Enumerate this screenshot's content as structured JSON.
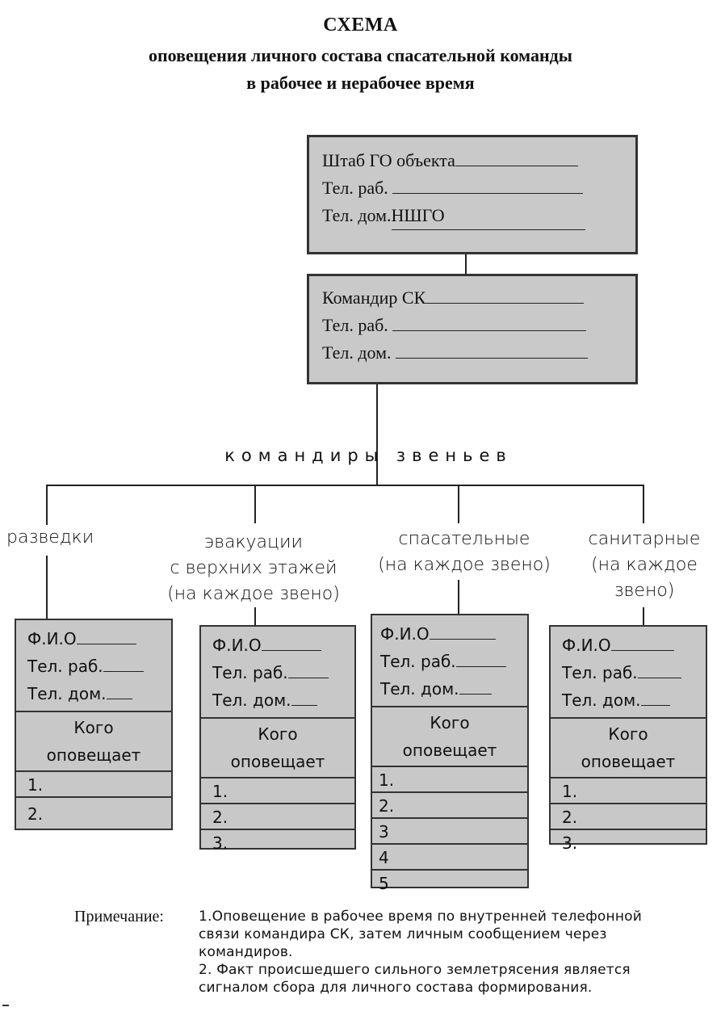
{
  "title": {
    "line1": "СХЕМА",
    "line2": "оповещения личного состава спасательной команды",
    "line3": "в рабочее и нерабочее время"
  },
  "hq_box": {
    "row1": "Штаб ГО объекта",
    "row2": "Тел. раб.",
    "row3": "Тел. дом.",
    "row3_value": "НШГО"
  },
  "commander_box": {
    "row1": "Командир СК",
    "row2": "Тел. раб.",
    "row3": "Тел. дом."
  },
  "links_label": "командиры звеньев",
  "columns": [
    {
      "label_lines": [
        "разведки"
      ],
      "card": {
        "fio": "Ф.И.О",
        "work": "Тел. раб.",
        "home": "Тел. дом.",
        "who1": "Кого",
        "who2": "оповещает",
        "items": [
          "1.",
          "2."
        ]
      }
    },
    {
      "label_lines": [
        "эвакуации",
        "с  верхних этажей",
        "(на каждое звено)"
      ],
      "card": {
        "fio": "Ф.И.О",
        "work": "Тел. раб.",
        "home": "Тел. дом.",
        "who1": "Кого",
        "who2": "оповещает",
        "items": [
          "1.",
          "2.",
          "3."
        ]
      }
    },
    {
      "label_lines": [
        "спасательные",
        "(на  каждое звено)"
      ],
      "card": {
        "fio": "Ф.И.О",
        "work": "Тел. раб.",
        "home": "Тел. дом.",
        "who1": "Кого",
        "who2": "оповещает",
        "items": [
          "1.",
          "2.",
          "3",
          "4",
          "5"
        ]
      }
    },
    {
      "label_lines": [
        "санитарные",
        "(на каждое",
        "звено)"
      ],
      "card": {
        "fio": "Ф.И.О",
        "work": "Тел. раб.",
        "home": "Тел. дом.",
        "who1": "Кого",
        "who2": "оповещает",
        "items": [
          "1.",
          "2.",
          "3."
        ]
      }
    }
  ],
  "note": {
    "label": "Примечание:",
    "p1": "1.Оповещение в рабочее время по внутренней телефонной связи командира СК, затем личным сообщением через командиров.",
    "p2": "2. Факт происшедшего сильного землетрясения является сигналом сбора для личного состава формирования."
  }
}
